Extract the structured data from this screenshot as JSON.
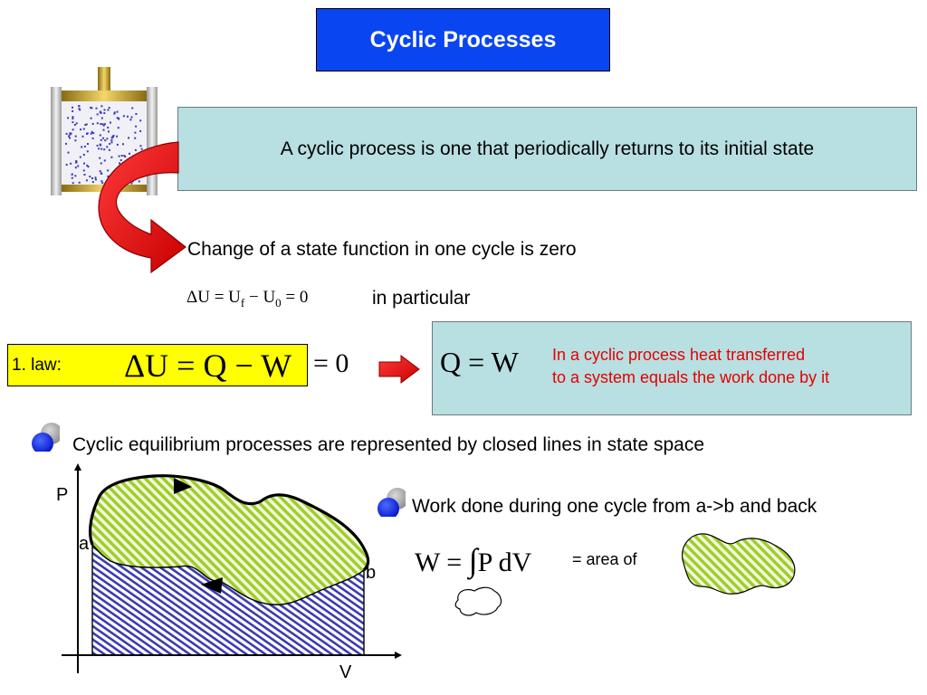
{
  "title": "Cyclic Processes",
  "definition": "A cyclic process is one that periodically returns to its initial state",
  "state_function": "Change of a state function in one cycle is zero",
  "delta_u_eq": {
    "delta": "ΔU = U",
    "sub_f": "f",
    "mid": " − U",
    "sub_0": "0",
    "end": " = 0"
  },
  "in_particular": "in particular",
  "law_label": "1. law:",
  "law_eq": "ΔU = Q − W",
  "law_tail": "= 0",
  "qw_eq": "Q = W",
  "qw_note_line1": "In a cyclic process heat transferred",
  "qw_note_line2": "to a system equals the work done by it",
  "bullet1": "Cyclic equilibrium processes are represented by closed lines in state space",
  "bullet2": "Work done during one cycle from a->b and back",
  "work_eq_w": "W = ",
  "work_eq_int": "∫",
  "work_eq_rest": "P dV",
  "area_of": "= area of",
  "axis_p": "P",
  "axis_v": "V",
  "point_a": "a",
  "point_b": "b",
  "colors": {
    "title_bg": "#0a45f2",
    "box_bg": "#b8dfe2",
    "law_bg": "#ffff00",
    "red_text": "#e40000",
    "bullet_blue": "#0014e8",
    "hatch_green": "#9ccd2e",
    "hatch_blue": "#3a3ab0",
    "arrow_red": "#e00000"
  }
}
